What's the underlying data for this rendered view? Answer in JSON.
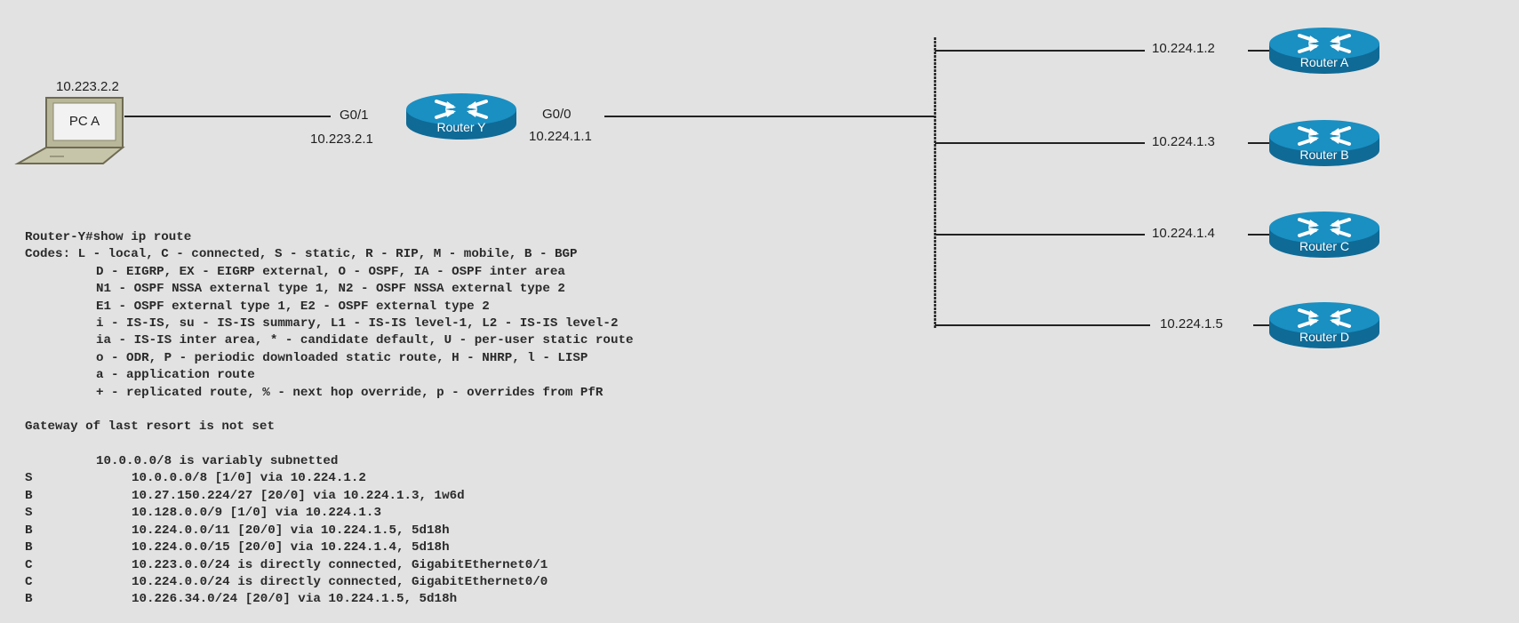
{
  "diagram": {
    "pc": {
      "name": "PC A",
      "ip": "10.223.2.2"
    },
    "router_y": {
      "name": "Router Y",
      "left_port": "G0/1",
      "left_ip": "10.223.2.1",
      "right_port": "G0/0",
      "right_ip": "10.224.1.1"
    },
    "routers": [
      {
        "name": "Router A",
        "ip": "10.224.1.2"
      },
      {
        "name": "Router B",
        "ip": "10.224.1.3"
      },
      {
        "name": "Router C",
        "ip": "10.224.1.4"
      },
      {
        "name": "Router D",
        "ip": "10.224.1.5"
      }
    ]
  },
  "cli": {
    "command": "Router-Y#show ip route",
    "codes_first": "Codes: L - local, C - connected, S - static, R - RIP, M - mobile, B - BGP",
    "codes_rest": [
      "D - EIGRP, EX - EIGRP external, O - OSPF, IA - OSPF inter area",
      "N1 - OSPF NSSA external type 1, N2 - OSPF NSSA external type 2",
      "E1 - OSPF external type 1, E2 - OSPF external type 2",
      "i - IS-IS, su - IS-IS summary, L1 - IS-IS level-1, L2 - IS-IS level-2",
      "ia - IS-IS inter area, * - candidate default, U - per-user static route",
      "o - ODR, P - periodic downloaded static route, H - NHRP, l - LISP",
      "a - application route",
      "+ - replicated route, % - next hop override, p - overrides from PfR"
    ],
    "gateway": "Gateway of last resort is not set",
    "subnetted": "10.0.0.0/8 is variably subnetted",
    "routes": [
      {
        "code": "S",
        "text": "10.0.0.0/8 [1/0] via 10.224.1.2"
      },
      {
        "code": "B",
        "text": "10.27.150.224/27 [20/0] via 10.224.1.3, 1w6d"
      },
      {
        "code": "S",
        "text": "10.128.0.0/9 [1/0] via 10.224.1.3"
      },
      {
        "code": "B",
        "text": "10.224.0.0/11 [20/0] via 10.224.1.5, 5d18h"
      },
      {
        "code": "B",
        "text": "10.224.0.0/15 [20/0] via 10.224.1.4, 5d18h"
      },
      {
        "code": "C",
        "text": "10.223.0.0/24 is directly connected, GigabitEthernet0/1"
      },
      {
        "code": "C",
        "text": "10.224.0.0/24 is directly connected, GigabitEthernet0/0"
      },
      {
        "code": "B",
        "text": "10.226.34.0/24 [20/0] via 10.224.1.5, 5d18h"
      }
    ]
  },
  "colors": {
    "router_fill": "#1a8fc2",
    "router_dark": "#0f6a96",
    "laptop_body": "#b9b79a",
    "laptop_dark": "#6e6b52",
    "background": "#e2e2e2"
  }
}
